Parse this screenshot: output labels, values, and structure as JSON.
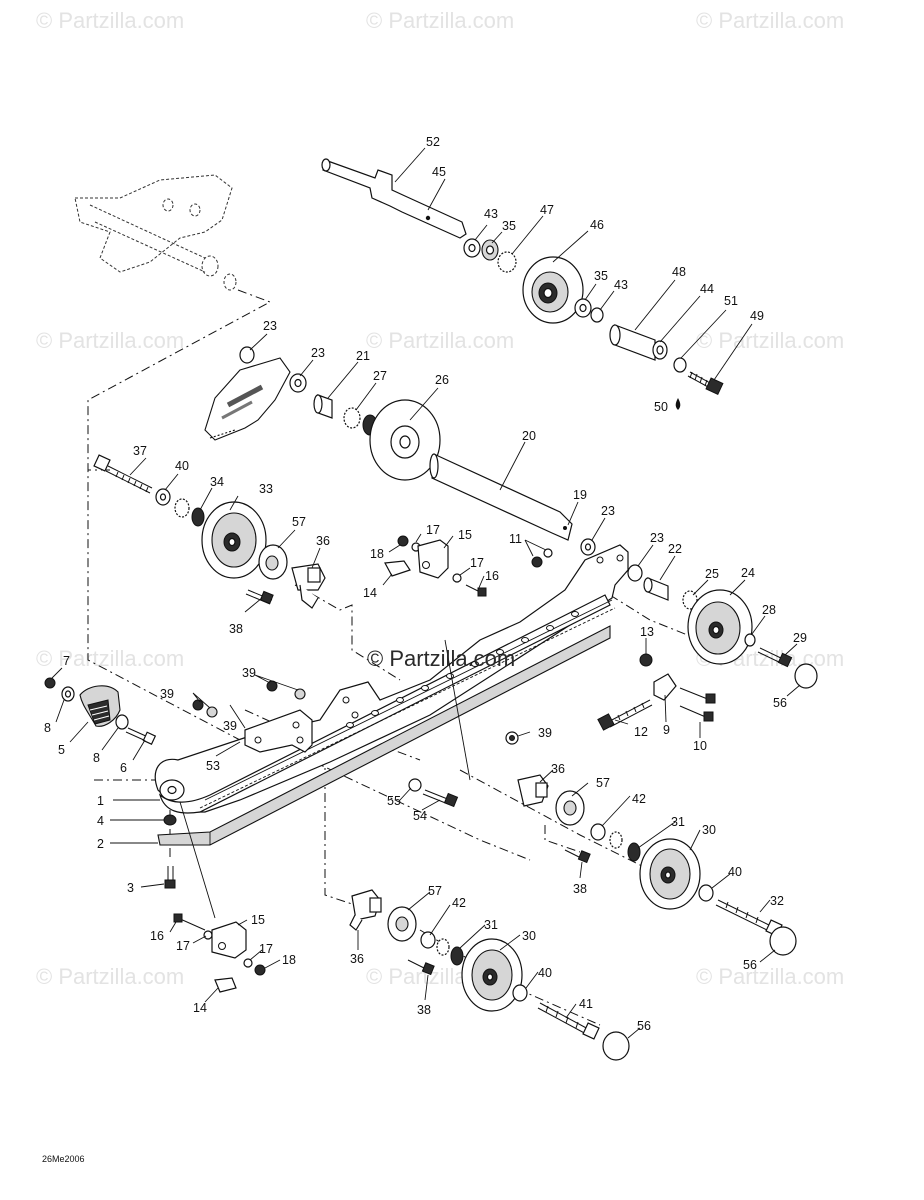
{
  "watermark": {
    "text": "© Partzilla.com",
    "center_text": "© Partzilla.com"
  },
  "figure_code": "26Me2006",
  "callouts": [
    "52",
    "45",
    "43",
    "35",
    "47",
    "46",
    "35",
    "43",
    "48",
    "44",
    "51",
    "49",
    "50",
    "23",
    "23",
    "21",
    "27",
    "26",
    "20",
    "19",
    "23",
    "37",
    "40",
    "34",
    "33",
    "57",
    "36",
    "38",
    "18",
    "17",
    "15",
    "14",
    "17",
    "16",
    "11",
    "23",
    "22",
    "25",
    "24",
    "28",
    "29",
    "56",
    "13",
    "12",
    "9",
    "10",
    "7",
    "8",
    "5",
    "8",
    "6",
    "39",
    "39",
    "39",
    "53",
    "39",
    "1",
    "4",
    "2",
    "3",
    "55",
    "54",
    "36",
    "57",
    "42",
    "31",
    "30",
    "40",
    "32",
    "56",
    "38",
    "15",
    "16",
    "17",
    "17",
    "18",
    "14",
    "36",
    "57",
    "42",
    "31",
    "30",
    "40",
    "41",
    "56",
    "38"
  ]
}
